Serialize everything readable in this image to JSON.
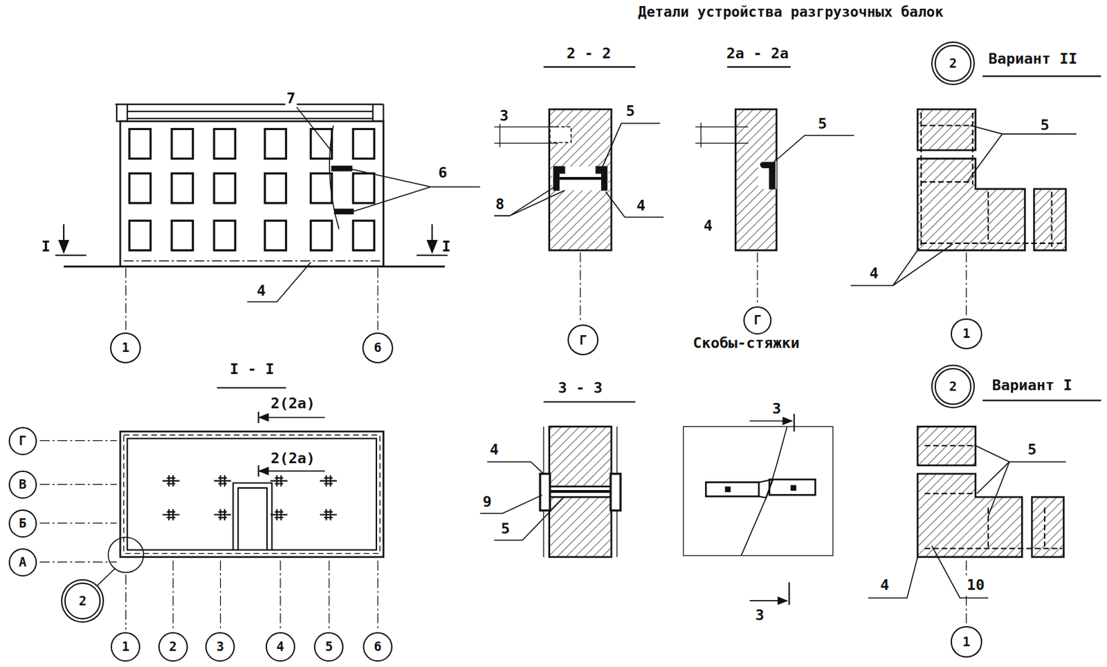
{
  "diagram": {
    "title": "Детали устройства разгрузочных балок",
    "nodes": [
      {
        "text": [
          "1"
        ]
      },
      {
        "text": [
          "6"
        ]
      },
      {
        "text": [
          "Г"
        ]
      },
      {
        "text": [
          "Г"
        ]
      },
      {
        "text": [
          "2"
        ]
      },
      {
        "text": [
          "1"
        ]
      },
      {
        "text": [
          "Г"
        ]
      },
      {
        "text": [
          "В"
        ]
      },
      {
        "text": [
          "Б"
        ]
      },
      {
        "text": [
          "А"
        ]
      },
      {
        "text": [
          "2"
        ]
      },
      {
        "text": [
          "2"
        ]
      },
      {
        "text": [
          "1"
        ]
      },
      {
        "text": [
          "1"
        ]
      },
      {
        "text": [
          "2"
        ]
      },
      {
        "text": [
          "3"
        ]
      },
      {
        "text": [
          "4"
        ]
      },
      {
        "text": [
          "5"
        ]
      },
      {
        "text": [
          "6"
        ]
      }
    ],
    "labels": [
      "7",
      "6",
      "4",
      "I",
      "I",
      "I - I",
      "2(2а)",
      "2(2а)",
      "2 - 2",
      "3",
      "5",
      "8",
      "4",
      "2а - 2а",
      "5",
      "4",
      "Вариант II",
      "5",
      "4",
      "Скобы-стяжки",
      "3 - 3",
      "4",
      "9",
      "5",
      "3",
      "3",
      "Вариант I",
      "5",
      "4",
      "10"
    ]
  }
}
